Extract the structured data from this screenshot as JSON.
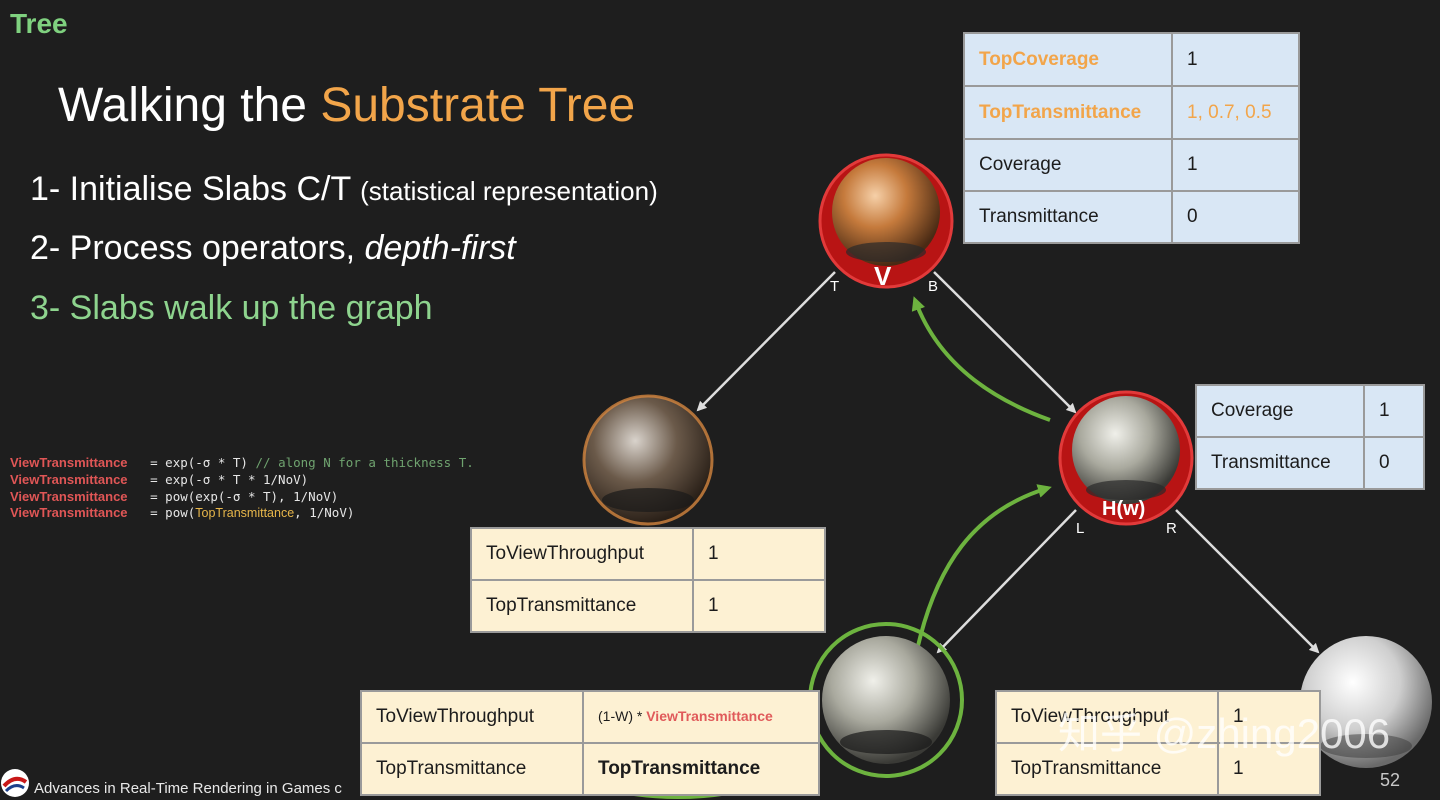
{
  "section": "Tree",
  "title": {
    "plain": "Walking the ",
    "accent": "Substrate Tree"
  },
  "steps": [
    {
      "main": "1- Initialise Slabs C/T",
      "note": "(statistical representation)"
    },
    {
      "main": "2- Process operators, ",
      "emph": "depth-first"
    },
    {
      "main": "3- Slabs walk up the graph"
    }
  ],
  "code": [
    {
      "var": "ViewTransmittance",
      "expr": "= exp(-σ * T)",
      "comment": "// along N for a thickness T."
    },
    {
      "var": "ViewTransmittance",
      "expr": "= exp(-σ * T * 1/NoV)"
    },
    {
      "var": "ViewTransmittance",
      "expr": "= pow(exp(-σ * T), 1/NoV)"
    },
    {
      "var": "ViewTransmittance",
      "expr_pre": "= pow(",
      "highlight": "TopTransmittance",
      "expr_post": ", 1/NoV)"
    }
  ],
  "nodes": {
    "v": {
      "label": "V",
      "left_port": "T",
      "right_port": "B"
    },
    "h": {
      "label": "H(w)",
      "left_port": "L",
      "right_port": "R"
    }
  },
  "table_v": [
    {
      "key": "TopCoverage",
      "value": "1"
    },
    {
      "key": "TopTransmittance",
      "value": "1, 0.7, 0.5"
    },
    {
      "key": "Coverage",
      "value": "1"
    },
    {
      "key": "Transmittance",
      "value": "0"
    }
  ],
  "table_h": [
    {
      "key": "Coverage",
      "value": "1"
    },
    {
      "key": "Transmittance",
      "value": "0"
    }
  ],
  "table_t": [
    {
      "key": "ToViewThroughput",
      "value": "1"
    },
    {
      "key": "TopTransmittance",
      "value": "1"
    }
  ],
  "table_l": {
    "row1_key": "ToViewThroughput",
    "row1_prefix": "(1-W) * ",
    "row1_var": "ViewTransmittance",
    "row2_key": "TopTransmittance",
    "row2_value": "TopTransmittance"
  },
  "table_r": [
    {
      "key": "ToViewThroughput",
      "value": "1"
    },
    {
      "key": "TopTransmittance",
      "value": "1"
    }
  ],
  "footer": "Advances in Real-Time Rendering in Games c",
  "page_number": "52",
  "watermark": "知乎 @zhing2006",
  "colors": {
    "accent": "#f2a54a",
    "green": "#8ed48e",
    "red_node": "#c81818",
    "arrow_green": "#6db33f"
  }
}
